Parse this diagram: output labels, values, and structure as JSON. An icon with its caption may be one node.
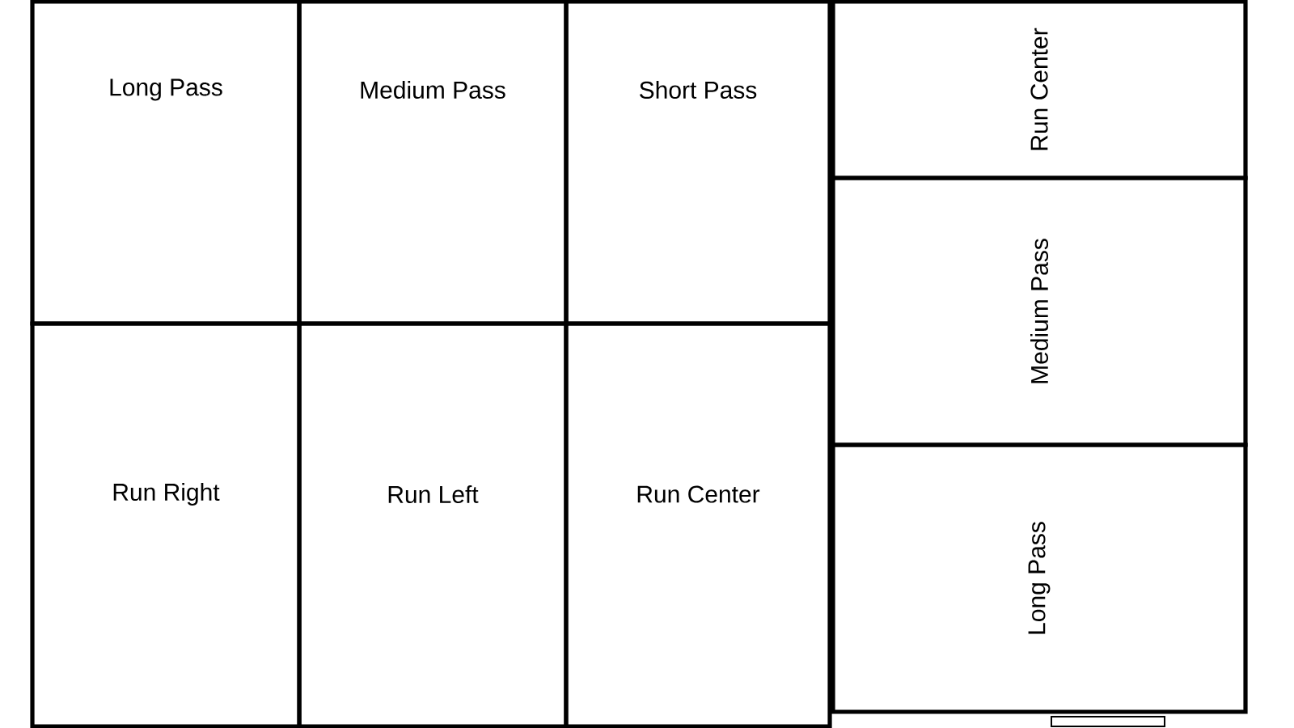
{
  "diagram": {
    "nodes": [
      {
        "text": [
          "Long Pass"
        ]
      },
      {
        "text": [
          "Medium Pass"
        ]
      },
      {
        "text": [
          "Short Pass"
        ]
      },
      {
        "text": [
          "Run Right"
        ]
      },
      {
        "text": [
          "Run Left"
        ]
      },
      {
        "text": [
          "Run Center"
        ]
      },
      {
        "text": [
          "Run Center"
        ]
      },
      {
        "text": [
          "Medium Pass"
        ]
      },
      {
        "text": [
          "Long Pass"
        ]
      },
      {
        "text": [],
        "shape": "box"
      }
    ]
  }
}
